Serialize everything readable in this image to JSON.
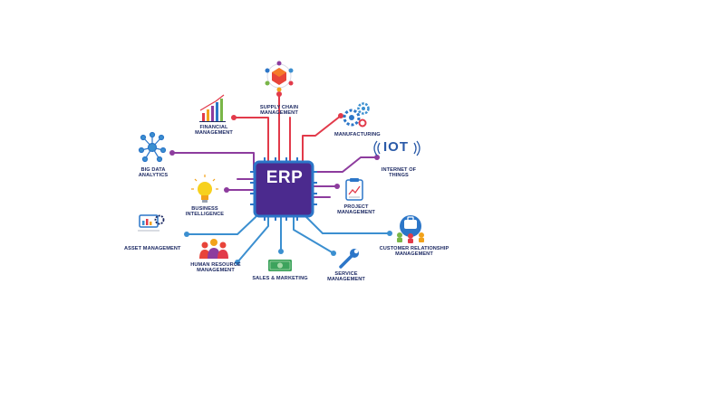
{
  "center": {
    "label": "ERP"
  },
  "modules": {
    "supply_chain": "SUPPLY CHAIN\nMANAGEMENT",
    "financial": "FINANCIAL\nMANAGEMENT",
    "manufacturing": "MANUFACTURING",
    "big_data": "BIG DATA\nANALYTICS",
    "iot": "INTERNET OF\nTHINGS",
    "business_intelligence": "BUSINESS\nINTELLIGENCE",
    "project": "PROJECT\nMANAGEMENT",
    "asset": "ASSET MANAGEMENT",
    "crm": "CUSTOMER RELATIONSHIP\nMANAGEMENT",
    "human_resource": "HUMAN RESOURCE\nMANAGEMENT",
    "sales_marketing": "SALES & MARKETING",
    "service": "SERVICE\nMANAGEMENT"
  },
  "icons": {
    "iot_text": "IOT"
  },
  "colors": {
    "red_line": "#e23a4a",
    "purple_line": "#8d3c9e",
    "blue_line": "#3b8fd0",
    "chip_fill": "#4b2a8e",
    "chip_border": "#2c76c8",
    "label_text": "#1d2a63"
  }
}
